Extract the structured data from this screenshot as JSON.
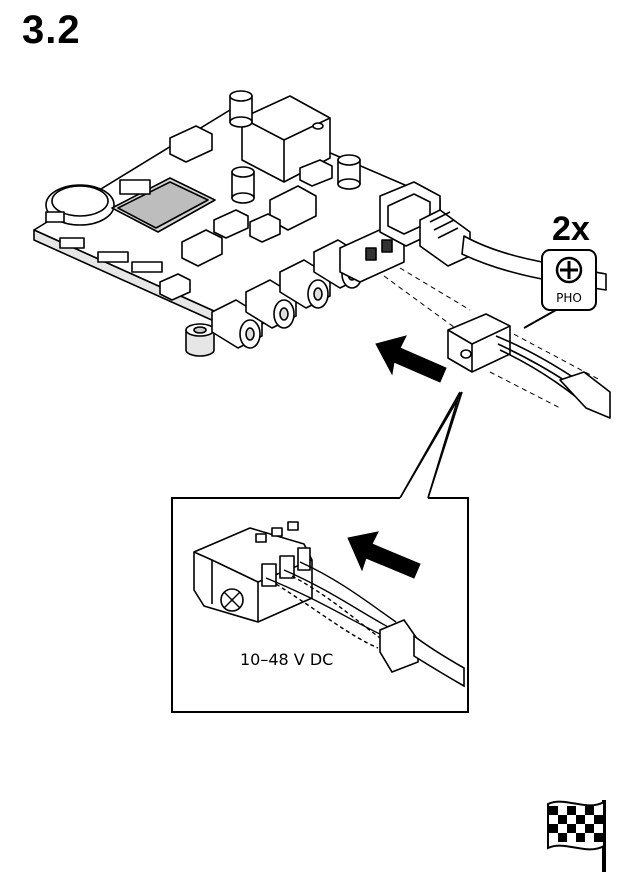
{
  "step": {
    "number": "3.2"
  },
  "screws": {
    "count_label": "2x",
    "screw_type": "PHO",
    "icon": "phillips-screwdriver-icon"
  },
  "detail": {
    "voltage_label": "10–48 V DC"
  },
  "finish": {
    "icon": "checkered-flag-icon"
  },
  "colors": {
    "line": "#000000",
    "fill": "#ffffff",
    "shade": "#d9d9d9",
    "dark": "#333333"
  }
}
